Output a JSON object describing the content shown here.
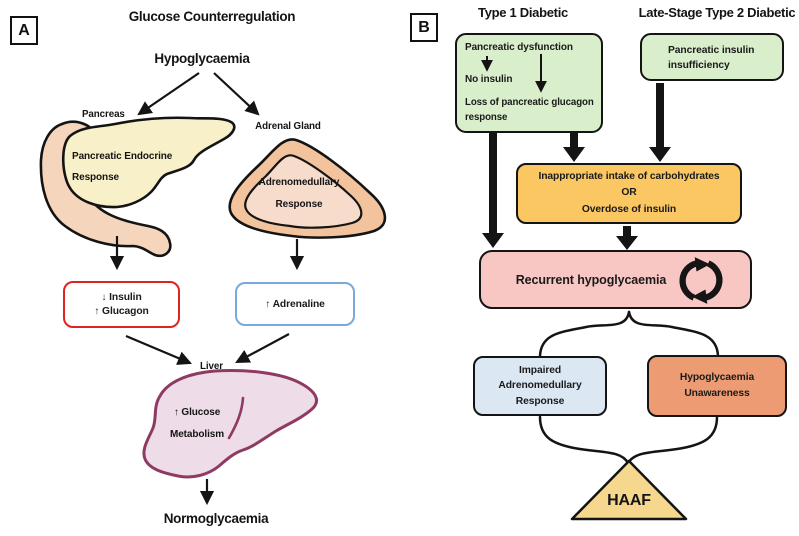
{
  "panel_a": {
    "label": "A",
    "title": "Glucose Counterregulation",
    "hypoglycaemia": "Hypoglycaemia",
    "pancreas_label": "Pancreas",
    "pancreas_response": "Pancreatic Endocrine Response",
    "adrenal_label": "Adrenal Gland",
    "adrenal_response": "Adrenomedullary Response",
    "insulin_glucagon_box": {
      "line1": "↓ Insulin",
      "line2": "↑ Glucagon",
      "border_color": "#dd2423"
    },
    "adrenaline_box": {
      "line1": "↑ Adrenaline",
      "border_color": "#7aa8d8"
    },
    "liver_label": "Liver",
    "liver_response": {
      "line1": "↑ Glucose",
      "line2": "Metabolism"
    },
    "normoglycaemia": "Normoglycaemia",
    "organs": {
      "pancreas_fill": "#f8f0c8",
      "duodenum_fill": "#f5d6bd",
      "adrenal_outer_fill": "#f3c39d",
      "adrenal_inner_fill": "#f7dccb",
      "liver_fill": "#eedce9",
      "liver_outline": "#8e3a62"
    }
  },
  "panel_b": {
    "label": "B",
    "type1_heading": "Type 1 Diabetic",
    "type2_heading": "Late-Stage Type 2 Diabetic",
    "pancreatic_dysfunction_box": {
      "line1": "Pancreatic dysfunction",
      "line2": "No insulin",
      "line3": "Loss of pancreatic glucagon response",
      "fill": "#d9eeca"
    },
    "insulin_insufficiency_box": {
      "text": "Pancreatic insulin insufficiency",
      "fill": "#d9eeca"
    },
    "carbohydrate_box": {
      "line1": "Inappropriate intake of carbohydrates",
      "line2": "OR",
      "line3": "Overdose of insulin",
      "fill": "#fbc763"
    },
    "recurrent_box": {
      "text": "Recurrent hypoglycaemia",
      "fill": "#f9c7c3",
      "icon": "cycle-arrows-icon"
    },
    "impaired_box": {
      "lines": [
        "Impaired",
        "Adrenomedullary",
        "Response"
      ],
      "fill": "#dbe8f4"
    },
    "unawareness_box": {
      "lines": [
        "Hypoglycaemia",
        "Unawareness"
      ],
      "fill": "#ec9b72"
    },
    "haaf": {
      "text": "HAAF",
      "fill": "#f5d78d"
    }
  }
}
